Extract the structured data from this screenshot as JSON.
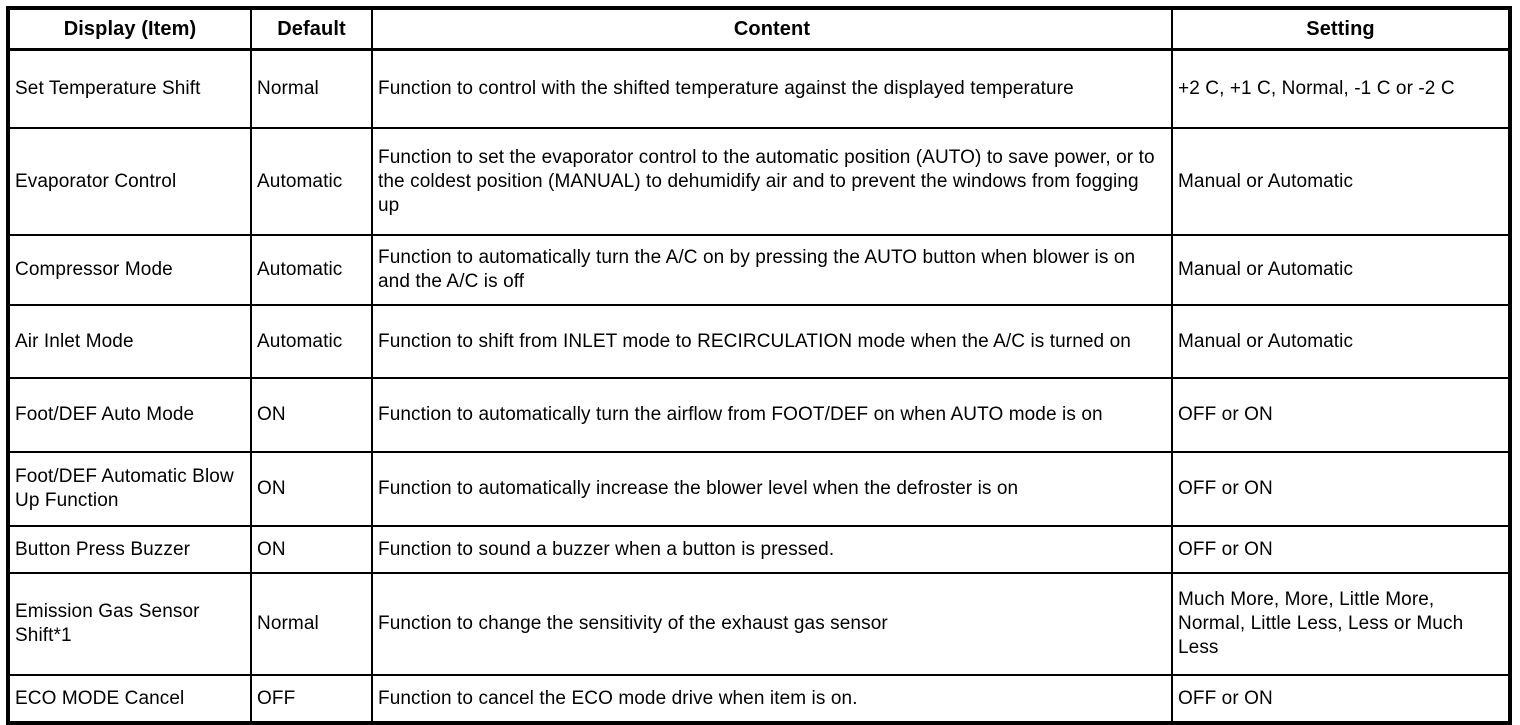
{
  "table": {
    "headers": {
      "item": "Display (Item)",
      "default": "Default",
      "content": "Content",
      "setting": "Setting"
    },
    "rows": [
      {
        "item": "Set Temperature Shift",
        "default": "Normal",
        "content": "Function to control with the shifted temperature against the displayed temperature",
        "setting": "+2 C, +1 C, Normal, -1 C or -2 C"
      },
      {
        "item": "Evaporator Control",
        "default": "Automatic",
        "content": "Function to set the evaporator control to the automatic position (AUTO) to save power, or to the coldest position (MANUAL) to dehumidify air and to prevent the windows from fogging up",
        "setting": "Manual or Automatic"
      },
      {
        "item": "Compressor Mode",
        "default": "Automatic",
        "content": "Function to automatically turn the A/C on by pressing the AUTO button when blower is on and the A/C is off",
        "setting": "Manual or Automatic"
      },
      {
        "item": "Air Inlet Mode",
        "default": "Automatic",
        "content": "Function to shift from INLET mode to RECIRCULATION mode when the A/C is turned on",
        "setting": "Manual or Automatic"
      },
      {
        "item": "Foot/DEF Auto Mode",
        "default": "ON",
        "content": "Function to automatically turn the airflow from FOOT/DEF on when AUTO mode is on",
        "setting": "OFF or ON"
      },
      {
        "item": "Foot/DEF Automatic Blow Up Function",
        "default": "ON",
        "content": "Function to automatically increase the blower level when the defroster is on",
        "setting": "OFF or ON"
      },
      {
        "item": "Button Press Buzzer",
        "default": "ON",
        "content": "Function to sound a buzzer when a button is pressed.",
        "setting": "OFF or ON"
      },
      {
        "item": "Emission Gas Sensor Shift*1",
        "default": "Normal",
        "content": "Function to change the sensitivity of the exhaust gas sensor",
        "setting": "Much More, More, Little More, Normal, Little Less, Less or Much Less"
      },
      {
        "item": "ECO MODE Cancel",
        "default": "OFF",
        "content": "Function to cancel the ECO mode drive when item is on.",
        "setting": "OFF or ON"
      }
    ]
  }
}
